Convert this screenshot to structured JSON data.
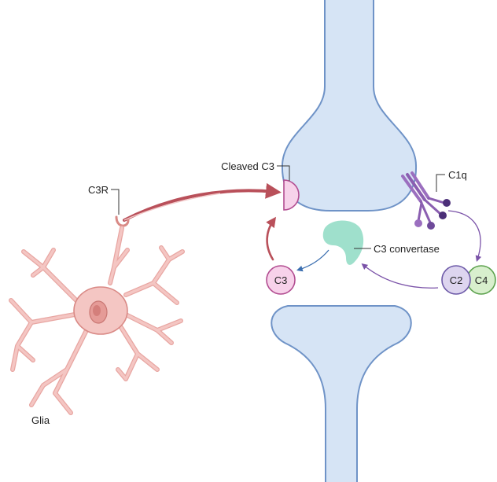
{
  "labels": {
    "cleaved_c3": "Cleaved C3",
    "c3r": "C3R",
    "c1q": "C1q",
    "c3_convertase": "C3 convertase",
    "c3": "C3",
    "c2": "C2",
    "c4": "C4",
    "glia": "Glia"
  },
  "colors": {
    "neuron_fill": "#d6e4f5",
    "neuron_stroke": "#6f93c7",
    "glia_fill": "#f4c6c3",
    "glia_stroke": "#d98a86",
    "red_arrow": "#b9505a",
    "blue_arrow": "#3c6fb0",
    "purple_arrow": "#7a52a8",
    "c3_fill": "#f7d2ea",
    "c3_stroke": "#b24d91",
    "c2_fill": "#ddd5ef",
    "c2_stroke": "#6d5aa8",
    "c4_fill": "#d8efcd",
    "c4_stroke": "#5da24e",
    "convertase_fill": "#9fe0cc",
    "c1q_light": "#9b6fbf",
    "c1q_dark": "#4b2f78"
  }
}
